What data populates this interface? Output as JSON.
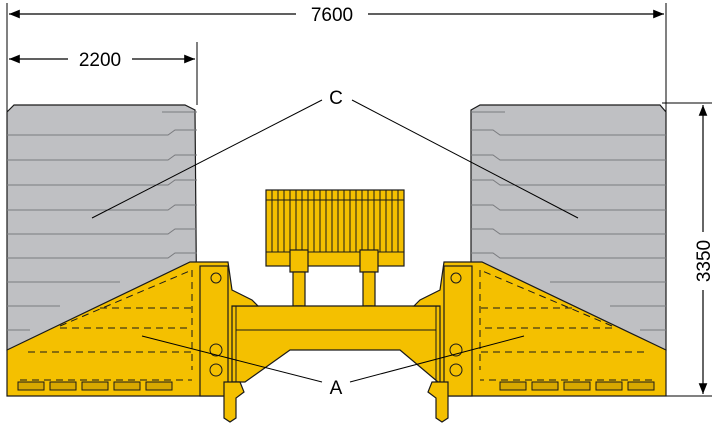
{
  "dimensions": {
    "overall_width": "7600",
    "counterweight_width": "2200",
    "height": "3350"
  },
  "labels": {
    "counterweight_plates": "C",
    "ballast_boxes": "A"
  },
  "colors": {
    "plates": "#bfc0c3",
    "plate_lines": "#7a7b7f",
    "frame": "#f4c000",
    "frame_shadow": "#d8a800",
    "outline": "#1a1a1a",
    "dim_line": "#000000"
  }
}
